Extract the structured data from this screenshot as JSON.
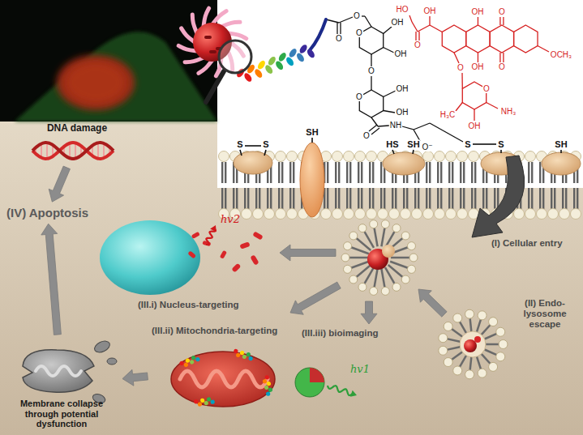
{
  "diagram": {
    "nodes": [
      {
        "text": [
          "DNA damage"
        ]
      },
      {
        "text": [
          "(IV) Apoptosis"
        ]
      },
      {
        "text": [
          "(III.i) Nucleus-targeting",
          "hv2"
        ]
      },
      {
        "text": [
          "(I) Cellular entry"
        ]
      },
      {
        "text": [
          "(II) Endo-lysosome escape"
        ]
      },
      {
        "text": [
          "(III.ii) Mitochondria-targeting"
        ]
      },
      {
        "text": [
          "(III.iii) bioimaging",
          "hv1"
        ]
      },
      {
        "text": [
          "Membrane collapse through potential dysfunction"
        ]
      }
    ],
    "edges": [
      {
        "from": 0,
        "to": 1,
        "arrow": "to"
      },
      {
        "from": 7,
        "to": 1,
        "arrow": "to"
      },
      {
        "from": 5,
        "to": 7,
        "arrow": "to"
      }
    ],
    "labels": [
      "O",
      "O",
      "O",
      "OH",
      "OH",
      "O",
      "O",
      "OH",
      "OH",
      "O",
      "NH",
      "O⁻",
      "HO",
      "OH",
      "O",
      "OH",
      "O",
      "OH",
      "O",
      "OCH₃",
      "O",
      "O",
      "H₃C",
      "NH₃",
      "OH",
      "S",
      "S",
      "SH",
      "HS",
      "SH",
      "S",
      "S",
      "SH"
    ]
  }
}
